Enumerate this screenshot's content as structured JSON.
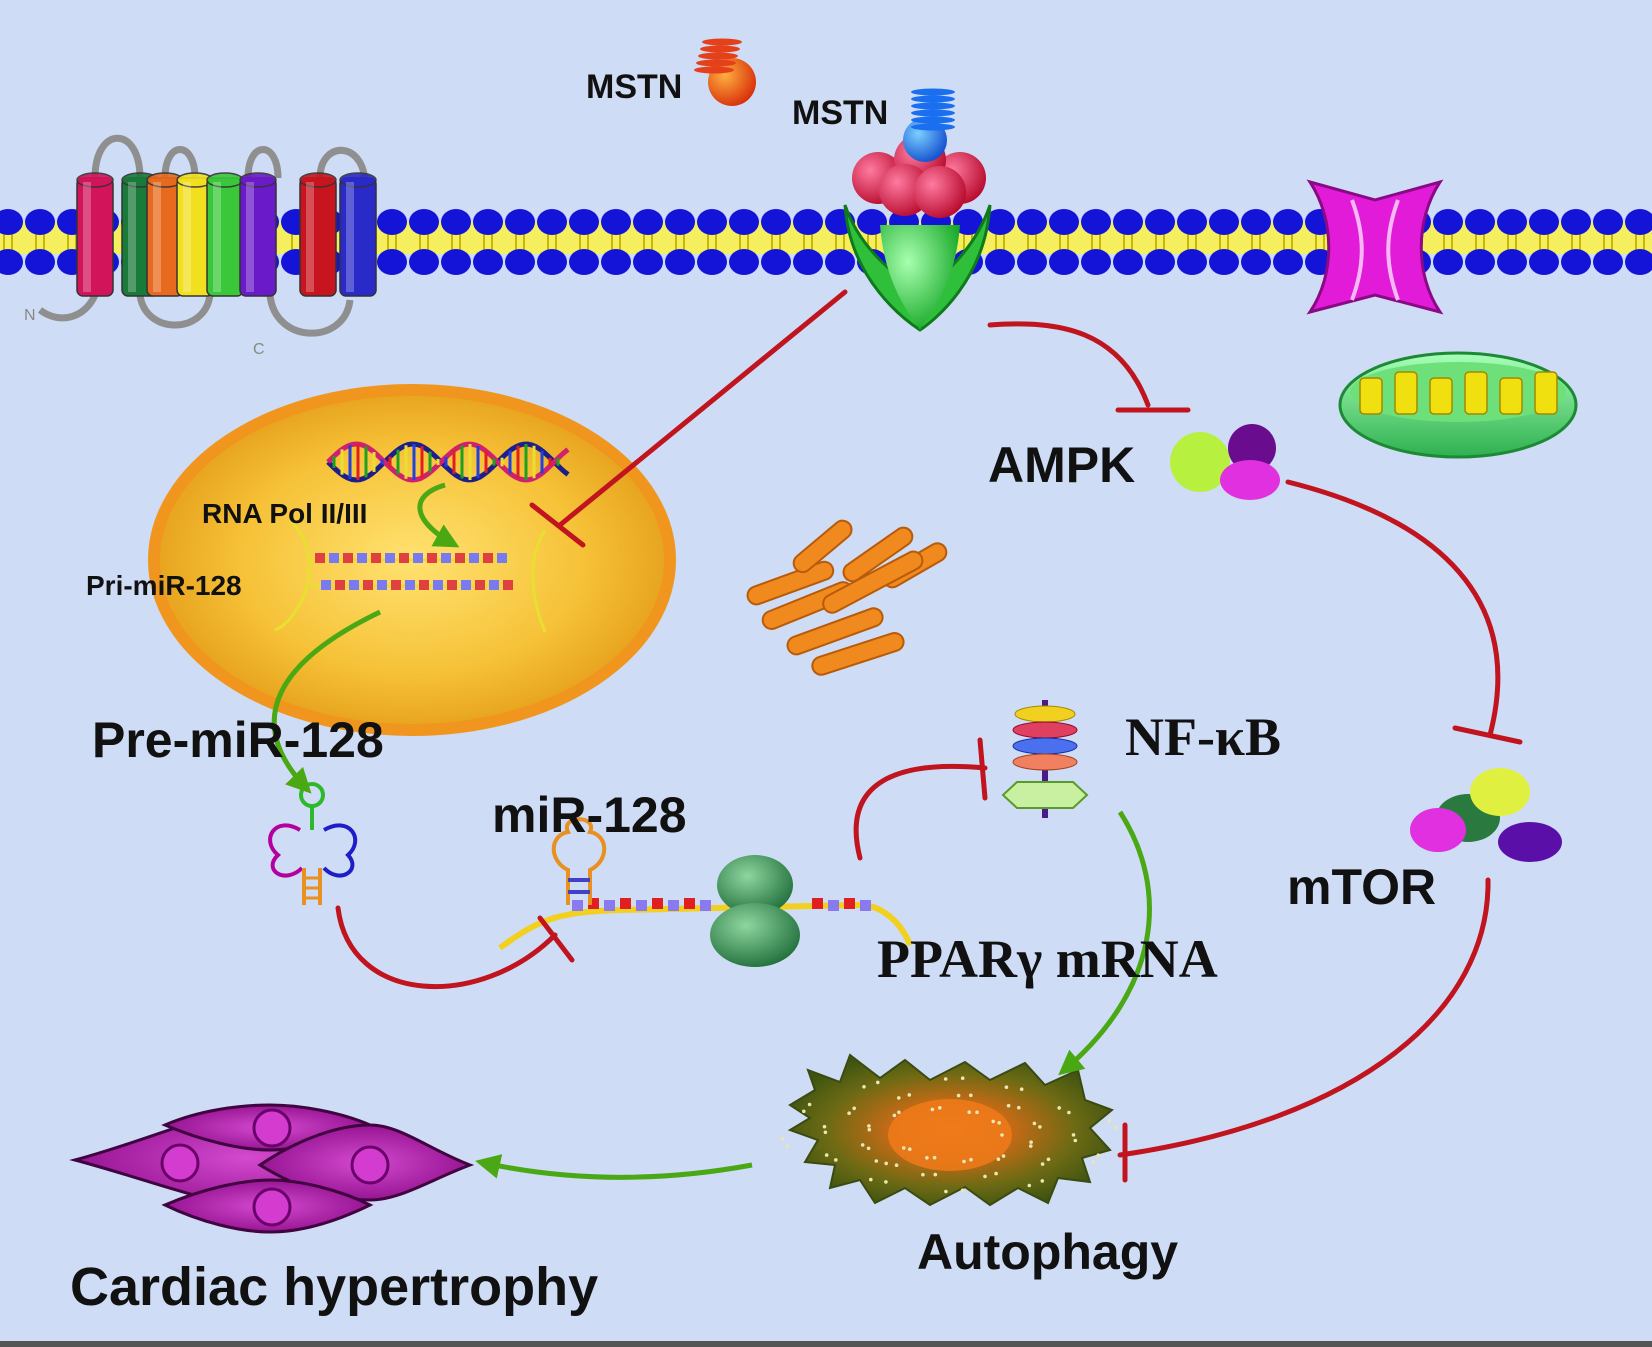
{
  "labels": {
    "mstn_free": "MSTN",
    "mstn_bound": "MSTN",
    "gpcr_n": "N",
    "gpcr_c": "C",
    "rna_pol": "RNA Pol II/III",
    "pri_mir": "Pri-miR-128",
    "pre_mir": "Pre-miR-128",
    "mir": "miR-128",
    "ampk": "AMPK",
    "nfkb": "NF-κB",
    "mtor": "mTOR",
    "ppar": "PPARγ mRNA",
    "autophagy": "Autophagy",
    "hypertrophy": "Cardiac hypertrophy"
  },
  "colors": {
    "background": "#cfdcf5",
    "membrane_head": "#1010d8",
    "membrane_tail": "#e8e020",
    "inhibit_line": "#c0141e",
    "activate_arrow": "#4aa814",
    "nucleus": "#f3a623",
    "cell": "#b4009e"
  }
}
